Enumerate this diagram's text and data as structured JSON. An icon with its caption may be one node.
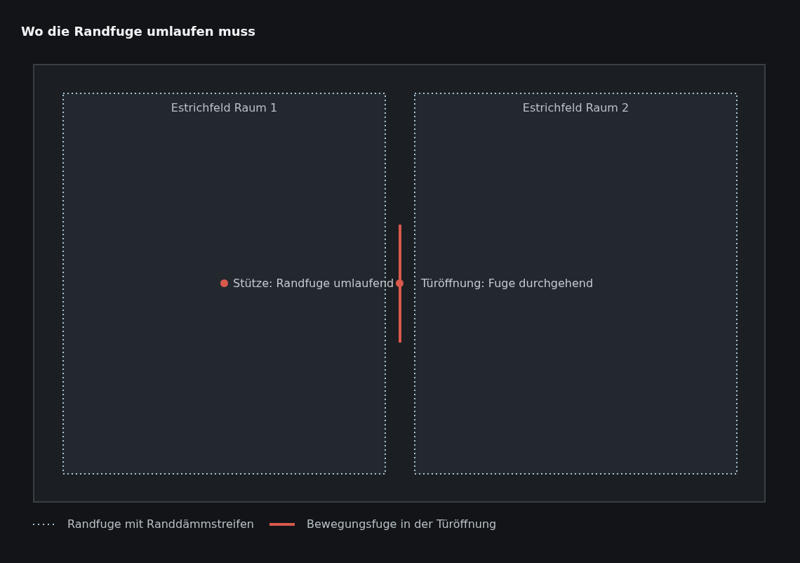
{
  "diagram": {
    "title": "Wo die Randfuge umlaufen muss",
    "nodes": [
      {
        "text": [
          "Estrichfeld Raum 1"
        ]
      },
      {
        "text": [
          "Estrichfeld Raum 2"
        ]
      }
    ],
    "labels": [
      "Stütze: Randfuge umlaufend",
      "Türöffnung: Fuge durchgehend"
    ],
    "legend": [
      {
        "text": "Randfuge mit Randdämmstreifen"
      },
      {
        "text": "Bewegungsfuge in der Türöffnung"
      }
    ]
  }
}
